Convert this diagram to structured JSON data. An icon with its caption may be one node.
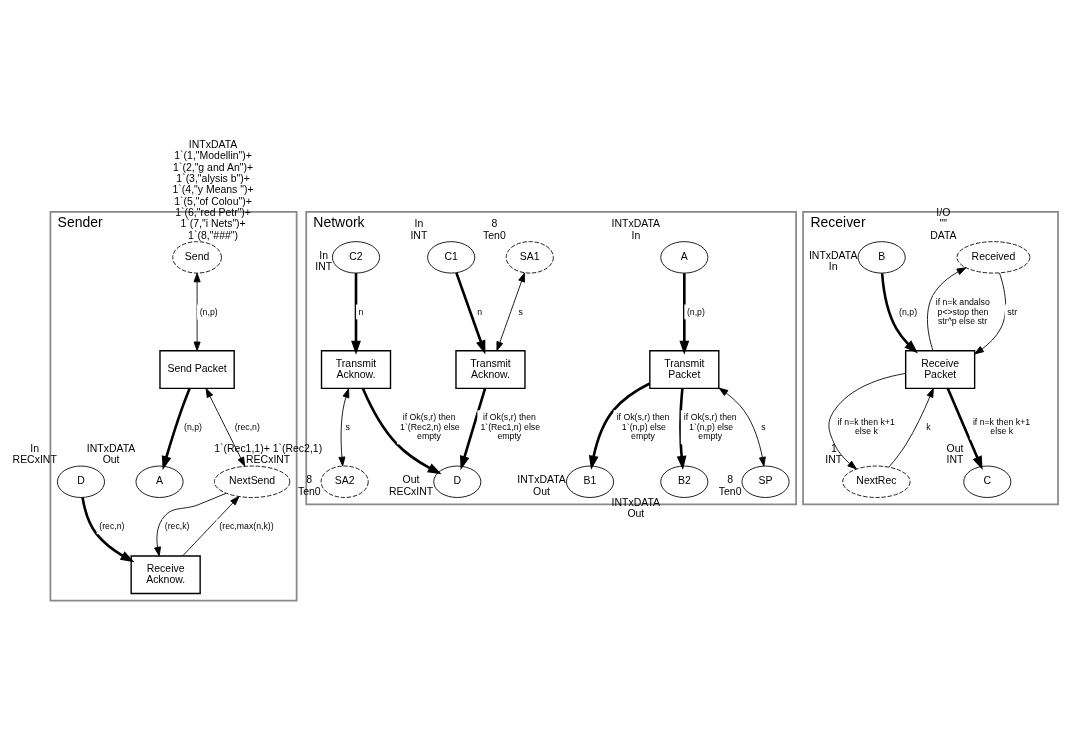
{
  "diagram": {
    "nodes": [
      {
        "text": [
          "Sender"
        ]
      },
      {
        "text": [
          "Send"
        ],
        "in": 0,
        "beside": [
          "INTxDATA",
          "1`(1,\"Modellin\")+ 1`(2,\"g and An\")+ 1`(3,\"alysis b\")+ 1`(4,\"y Means \")+ 1`(5,\"of Colou\")+ 1`(6,\"red Petr\")+ 1`(7,\"i Nets\")+ 1`(8,\"###\")"
        ]
      },
      {
        "text": [
          "Send Packet"
        ],
        "in": 0
      },
      {
        "text": [
          "A"
        ],
        "in": 0,
        "beside": [
          "INTxDATA",
          "Out"
        ]
      },
      {
        "text": [
          "NextSend"
        ],
        "in": 0,
        "beside": [
          "1`(Rec1,1)+ 1`(Rec2,1)",
          "RECxINT"
        ]
      },
      {
        "text": [
          "Receive Acknow."
        ],
        "in": 0
      },
      {
        "text": [
          "D"
        ],
        "in": 0,
        "beside": [
          "In",
          "RECxINT"
        ]
      },
      {
        "text": [
          "Network"
        ]
      },
      {
        "text": [
          "A"
        ],
        "in": 7,
        "beside": [
          "INTxDATA",
          "In"
        ]
      },
      {
        "text": [
          "Transmit Packet"
        ],
        "in": 7
      },
      {
        "text": [
          "B1"
        ],
        "in": 7,
        "beside": [
          "INTxDATA",
          "Out"
        ]
      },
      {
        "text": [
          "B2"
        ],
        "in": 7,
        "beside": [
          "INTxDATA",
          "Out"
        ]
      },
      {
        "text": [
          "SP"
        ],
        "in": 7,
        "beside": [
          "8",
          "Ten0"
        ]
      },
      {
        "text": [
          "SA1"
        ],
        "in": 7,
        "beside": [
          "8",
          "Ten0"
        ]
      },
      {
        "text": [
          "Transmit Acknow."
        ],
        "in": 7
      },
      {
        "text": [
          "C1"
        ],
        "in": 7,
        "beside": [
          "In",
          "INT"
        ]
      },
      {
        "text": [
          "D"
        ],
        "in": 7,
        "beside": [
          "Out",
          "RECxINT"
        ]
      },
      {
        "text": [
          "Transmit Acknow."
        ],
        "in": 7
      },
      {
        "text": [
          "C2"
        ],
        "in": 7,
        "beside": [
          "In",
          "INT"
        ]
      },
      {
        "text": [
          "SA2"
        ],
        "in": 7,
        "beside": [
          "8",
          "Ten0"
        ]
      },
      {
        "text": [
          "Receiver"
        ]
      },
      {
        "text": [
          "Received"
        ],
        "in": 20,
        "beside": [
          "I/O",
          "\"\"",
          "DATA"
        ]
      },
      {
        "text": [
          "B"
        ],
        "in": 20,
        "beside": [
          "INTxDATA",
          "In"
        ]
      },
      {
        "text": [
          "Receive Packet"
        ],
        "in": 20
      },
      {
        "text": [
          "NextRec"
        ],
        "in": 20,
        "beside": [
          "1",
          "INT"
        ]
      },
      {
        "text": [
          "C"
        ],
        "in": 20,
        "beside": [
          "Out",
          "INT"
        ]
      }
    ],
    "edges": [
      {
        "from": 1,
        "to": 2,
        "arrow": "both",
        "label": "(n,p)"
      },
      {
        "from": 2,
        "to": 3,
        "arrow": "to",
        "label": "(n,p)",
        "style": "thick"
      },
      {
        "from": 2,
        "to": 4,
        "arrow": "both",
        "label": "(rec,n)"
      },
      {
        "from": 4,
        "to": 5,
        "arrow": "to",
        "label": "(rec,k)"
      },
      {
        "from": 5,
        "to": 4,
        "arrow": "to",
        "label": "(rec,max(n,k))"
      },
      {
        "from": 6,
        "to": 5,
        "arrow": "to",
        "label": "(rec,n)",
        "style": "thick"
      },
      {
        "from": 8,
        "to": 9,
        "arrow": "to",
        "label": "(n,p)",
        "style": "thick"
      },
      {
        "from": 9,
        "to": 10,
        "arrow": "to",
        "label": "if Ok(s,r) then 1`(n,p) else empty",
        "style": "thick"
      },
      {
        "from": 9,
        "to": 11,
        "arrow": "to",
        "label": "if Ok(s,r) then 1`(n,p) else empty",
        "style": "thick"
      },
      {
        "from": 9,
        "to": 12,
        "arrow": "both",
        "label": "s"
      },
      {
        "from": 13,
        "to": 14,
        "arrow": "both",
        "label": "s"
      },
      {
        "from": 15,
        "to": 14,
        "arrow": "to",
        "label": "n",
        "style": "thick"
      },
      {
        "from": 14,
        "to": 16,
        "arrow": "to",
        "label": "if Ok(s,r) then 1`(Rec1,n) else empty",
        "style": "thick"
      },
      {
        "from": 18,
        "to": 17,
        "arrow": "to",
        "label": "n",
        "style": "thick"
      },
      {
        "from": 17,
        "to": 16,
        "arrow": "to",
        "label": "if Ok(s,r) then 1`(Rec2,n) else empty",
        "style": "thick"
      },
      {
        "from": 17,
        "to": 19,
        "arrow": "both",
        "label": "s"
      },
      {
        "from": 22,
        "to": 23,
        "arrow": "to",
        "label": "(n,p)",
        "style": "thick"
      },
      {
        "from": 21,
        "to": 23,
        "arrow": "to",
        "label": "str"
      },
      {
        "from": 23,
        "to": 21,
        "arrow": "to",
        "label": "if n=k andalso p<>stop then str^p else str"
      },
      {
        "from": 24,
        "to": 23,
        "arrow": "to",
        "label": "k"
      },
      {
        "from": 23,
        "to": 24,
        "arrow": "to",
        "label": "if n=k then k+1 else k"
      },
      {
        "from": 23,
        "to": 25,
        "arrow": "to",
        "label": "if n=k then k+1 else k",
        "style": "thick"
      }
    ]
  }
}
